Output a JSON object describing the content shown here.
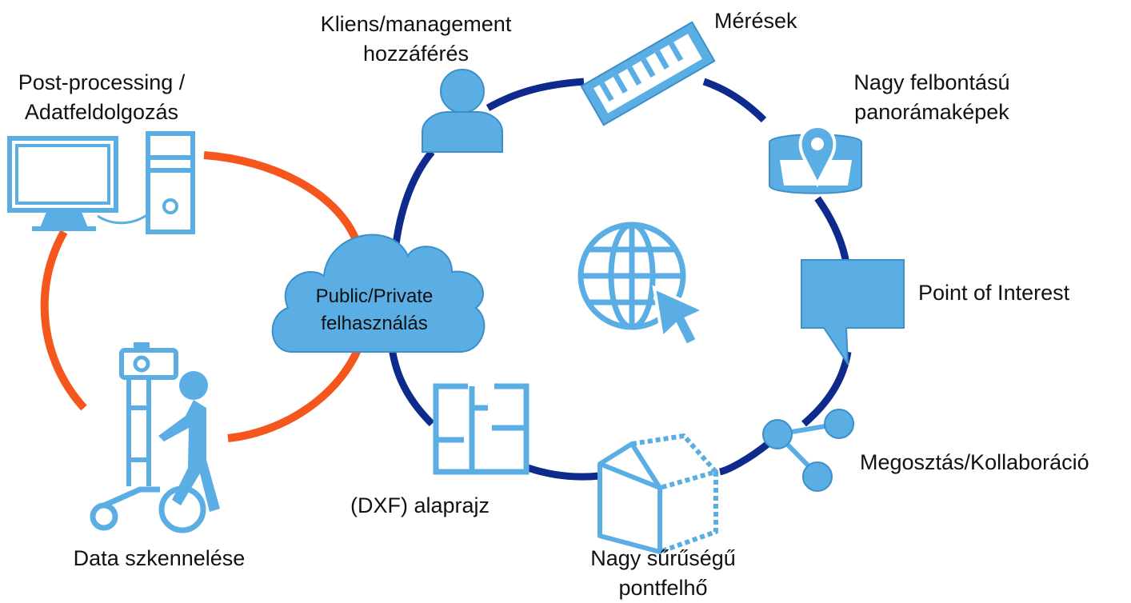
{
  "colors": {
    "icon_fill": "#5aaee3",
    "icon_stroke": "#3c8fc8",
    "blue_ring": "#0e2a8c",
    "orange_ring": "#f4561e",
    "text": "#111111"
  },
  "cloud": {
    "line1": "Public/Private",
    "line2": "felhasználás"
  },
  "left_cycle": {
    "post_processing": {
      "line1": "Post-processing /",
      "line2": "Adatfeldolgozás",
      "icon": "desktop-computer-icon"
    },
    "scanning": {
      "label": "Data szkennelése",
      "icon": "walking-scanner-icon"
    }
  },
  "right_cycle": {
    "client": {
      "line1": "Kliens/management",
      "line2": "hozzáférés",
      "icon": "user-icon"
    },
    "measurements": {
      "label": "Mérések",
      "icon": "ruler-icon"
    },
    "panorama": {
      "line1": "Nagy felbontású",
      "line2": "panorámaképek",
      "icon": "panorama-pin-icon"
    },
    "poi": {
      "label": "Point of Interest",
      "icon": "speech-bubble-icon"
    },
    "sharing": {
      "label": "Megosztás/Kollaboráció",
      "icon": "share-icon"
    },
    "pointcloud": {
      "line1": "Nagy sűrűségű",
      "line2": "pontfelhő",
      "icon": "point-cloud-box-icon"
    },
    "floorplan": {
      "label": "(DXF) alaprajz",
      "icon": "floorplan-icon"
    },
    "center": {
      "icon": "globe-cursor-icon"
    }
  }
}
